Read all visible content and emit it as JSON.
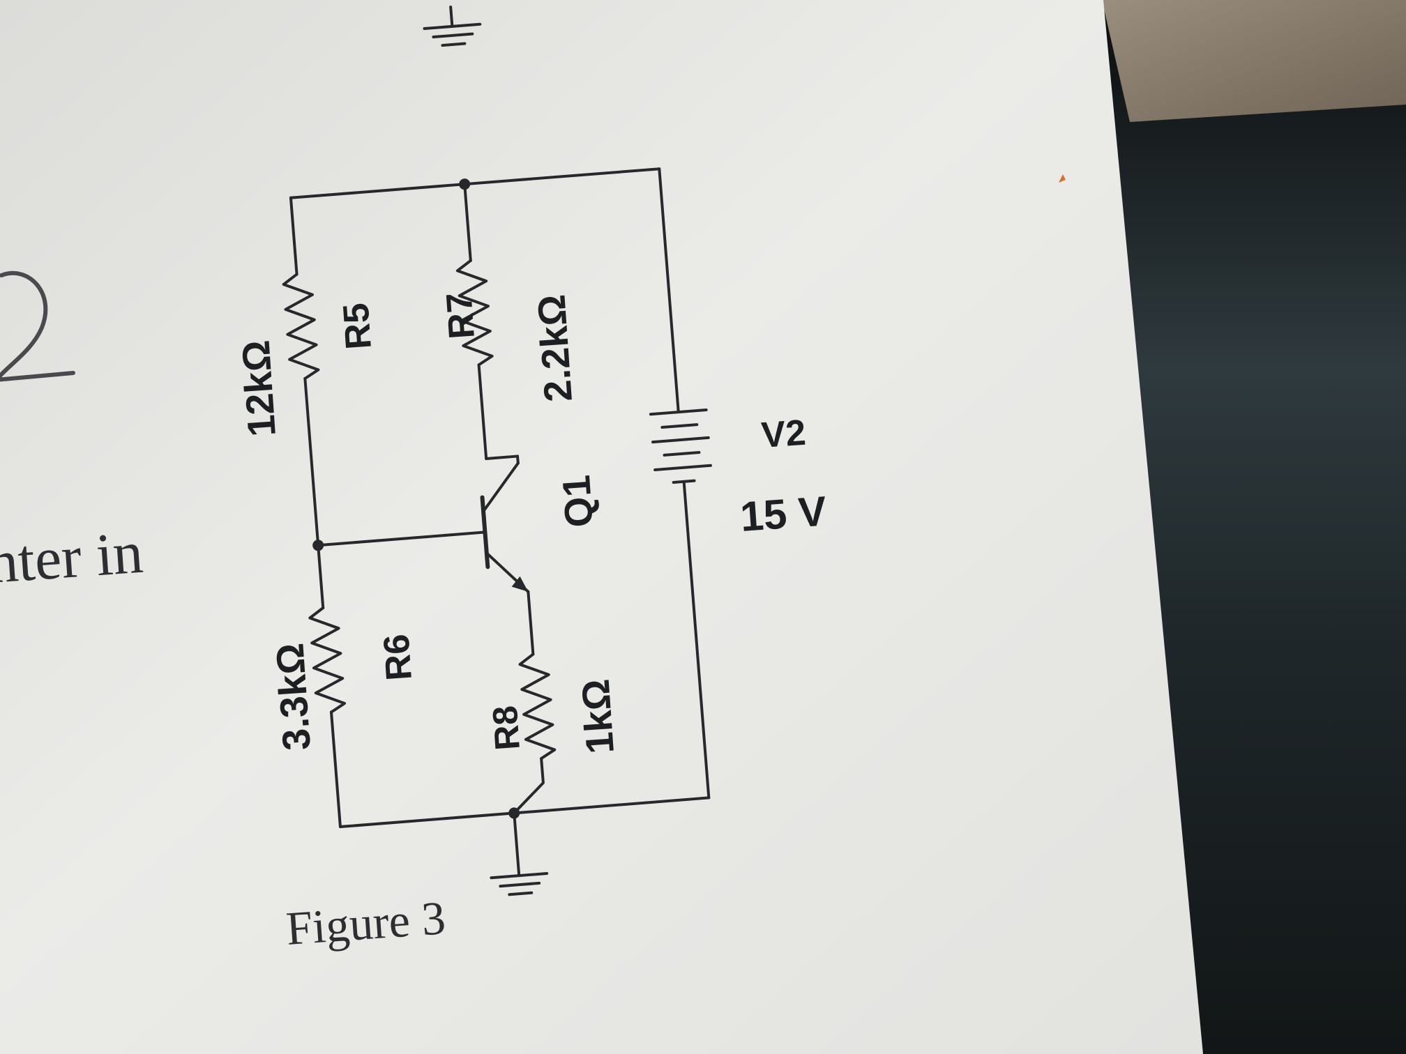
{
  "page": {
    "partial_heading": "2",
    "partial_text": "nter in",
    "figure_caption": "Figure 3"
  },
  "components": {
    "r5": {
      "name": "R5",
      "value": "12kΩ"
    },
    "r6": {
      "name": "R6",
      "value": "3.3kΩ"
    },
    "r7": {
      "name": "R7",
      "value": "2.2kΩ"
    },
    "r8": {
      "name": "R8",
      "value": "1kΩ"
    },
    "q1": {
      "name": "Q1"
    },
    "v2": {
      "name": "V2",
      "value": "15 V"
    }
  },
  "colors": {
    "paper": "#e9e9e6",
    "ink": "#1d1f22",
    "background": "#1c2326",
    "carpet": "#8a7d6d"
  }
}
